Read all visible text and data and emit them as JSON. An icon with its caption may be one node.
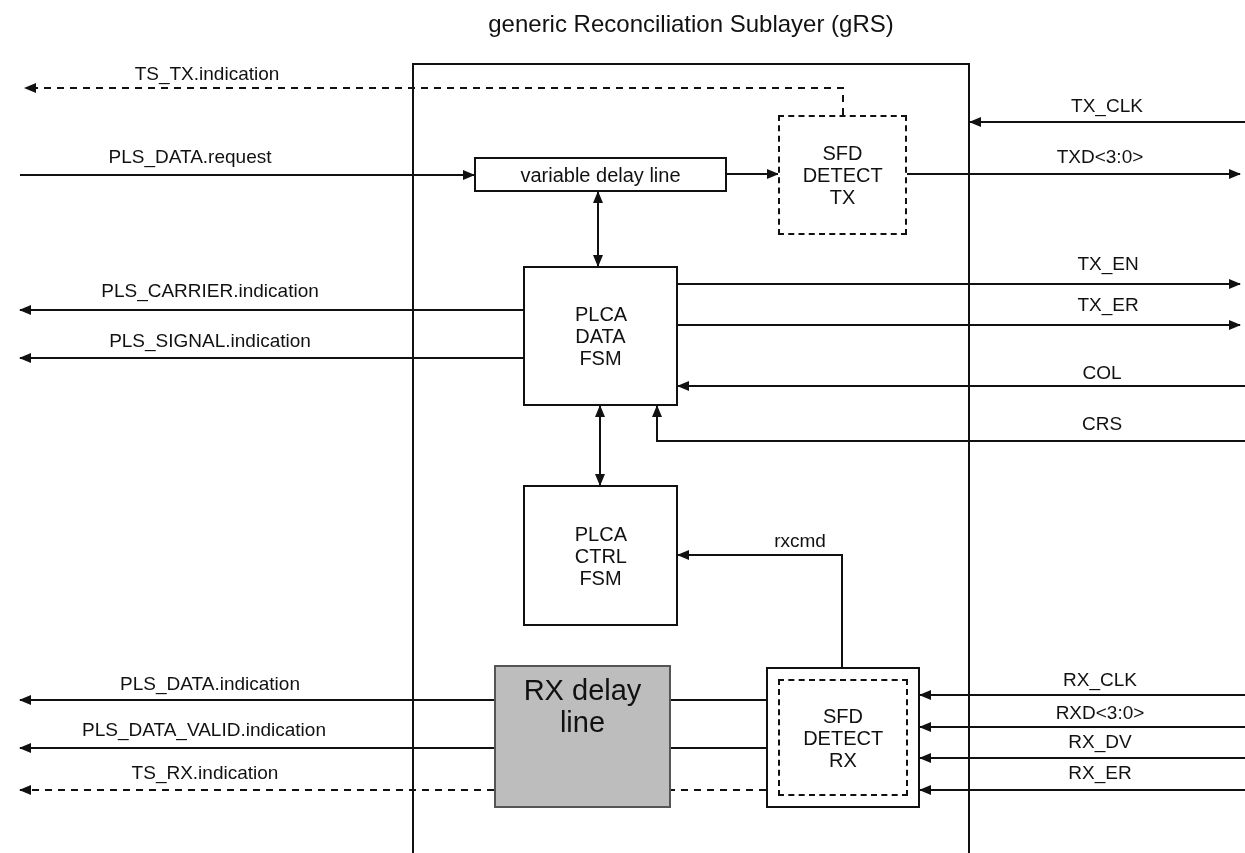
{
  "diagram": {
    "nodes": [
      {
        "text": [
          "generic Reconciliation Sublayer (gRS)"
        ]
      },
      {
        "text": [
          "variable delay line"
        ],
        "in": 0
      },
      {
        "text": [
          "SFD DETECT TX"
        ],
        "in": 0
      },
      {
        "text": [
          "PLCA DATA FSM"
        ],
        "in": 0
      },
      {
        "text": [
          "PLCA CTRL FSM"
        ],
        "in": 0
      },
      {
        "text": [
          "RX delay line"
        ],
        "in": 0
      },
      {
        "text": [
          "SFD DETECT RX"
        ],
        "in": 0
      }
    ],
    "edges": [
      {
        "from": 2,
        "to": null,
        "arrow": "to",
        "label": "TS_TX.indication",
        "style": "dashed"
      },
      {
        "from": null,
        "to": 1,
        "arrow": "to",
        "label": "PLS_DATA.request"
      },
      {
        "from": 1,
        "to": 2,
        "arrow": "to"
      },
      {
        "from": 1,
        "to": 3,
        "arrow": "both"
      },
      {
        "from": null,
        "to": 0,
        "arrow": "to",
        "label": "TX_CLK"
      },
      {
        "from": 2,
        "to": null,
        "arrow": "to",
        "label": "TXD<3:0>"
      },
      {
        "from": 3,
        "to": null,
        "arrow": "to",
        "label": "PLS_CARRIER.indication"
      },
      {
        "from": 3,
        "to": null,
        "arrow": "to",
        "label": "PLS_SIGNAL.indication"
      },
      {
        "from": 3,
        "to": null,
        "arrow": "to",
        "label": "TX_EN"
      },
      {
        "from": 3,
        "to": null,
        "arrow": "to",
        "label": "TX_ER"
      },
      {
        "from": null,
        "to": 3,
        "arrow": "to",
        "label": "COL"
      },
      {
        "from": null,
        "to": 3,
        "arrow": "to",
        "label": "CRS"
      },
      {
        "from": 3,
        "to": 4,
        "arrow": "both"
      },
      {
        "from": 6,
        "to": 4,
        "arrow": "to",
        "label": "rxcmd"
      },
      {
        "from": 6,
        "to": 5,
        "arrow": "none"
      },
      {
        "from": 6,
        "to": 5,
        "arrow": "none"
      },
      {
        "from": 6,
        "to": 5,
        "arrow": "none",
        "style": "dashed"
      },
      {
        "from": 5,
        "to": null,
        "arrow": "to",
        "label": "PLS_DATA.indication"
      },
      {
        "from": 5,
        "to": null,
        "arrow": "to",
        "label": "PLS_DATA_VALID.indication"
      },
      {
        "from": 5,
        "to": null,
        "arrow": "to",
        "label": "TS_RX.indication",
        "style": "dashed"
      },
      {
        "from": null,
        "to": 6,
        "arrow": "to",
        "label": "RX_CLK"
      },
      {
        "from": null,
        "to": 6,
        "arrow": "to",
        "label": "RXD<3:0>"
      },
      {
        "from": null,
        "to": 6,
        "arrow": "to",
        "label": "RX_DV"
      },
      {
        "from": null,
        "to": 6,
        "arrow": "to",
        "label": "RX_ER"
      }
    ]
  }
}
